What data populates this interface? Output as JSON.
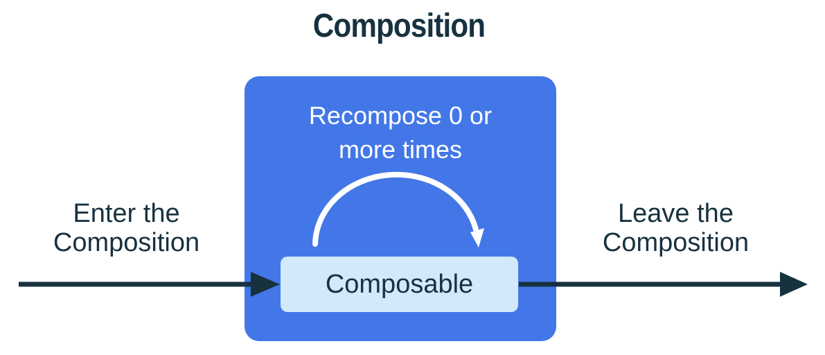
{
  "colors": {
    "ink": "#17313F",
    "blue": "#4377E8",
    "light_blue": "#D2E8FB",
    "white": "#FFFFFF",
    "background": "#FFFFFF"
  },
  "diagram": {
    "title": "Composition",
    "enter_label": "Enter the\nComposition",
    "leave_label": "Leave the\nComposition",
    "composition_box": {
      "recompose_label": "Recompose 0 or\nmore times",
      "composable_label": "Composable"
    },
    "icons": {
      "enter_arrow": "right-arrow",
      "leave_arrow": "right-arrow",
      "recompose_arrow": "clockwise-arc-arrow"
    }
  }
}
